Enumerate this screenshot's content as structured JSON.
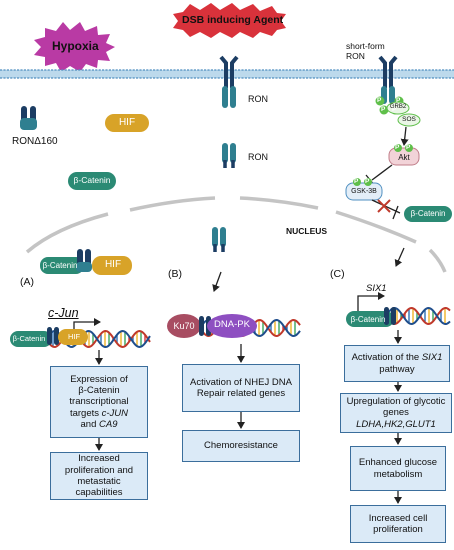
{
  "stimuli": {
    "hypoxia": "Hypoxia",
    "dsb_agent": "DSB inducing Agent"
  },
  "colors": {
    "hypoxia_star": "#b93aa4",
    "dsb_burst": "#d9323b",
    "receptor": "#2f7f90",
    "receptor_dark": "#1c3d63",
    "hif": "#d8a328",
    "beta_catenin": "#2b8a74",
    "ku70": "#a84d62",
    "dnapk": "#8e4fc1",
    "phospho": "#5fbf4a",
    "box_fill": "#dbeaf7",
    "box_border": "#3b6e9c"
  },
  "cytoplasm": {
    "ron_delta": "RONΔ160",
    "hif": "HIF",
    "beta_catenin": "β-Catenin",
    "ron_membrane": "RON",
    "ron_cyto": "RON",
    "short_form_ron": "short-form\nRON",
    "grb2": "GRB2",
    "sos": "SOS",
    "akt": "Akt",
    "gsk3b": "GSK-3B",
    "beta_catenin_right": "β-Catenin",
    "phospho": "P"
  },
  "nucleus": {
    "label": "NUCLEUS"
  },
  "panel_a": {
    "label": "(A)",
    "complex_beta": "β-Catenin",
    "complex_hif": "HIF",
    "gene": "c-Jun",
    "dna_beta": "β-Catenin",
    "dna_hif": "HIF",
    "box1_parts": [
      "Expression of",
      "β-Catenin",
      "transcriptional",
      "targets "
    ],
    "box1_gene1": "c-JUN",
    "box1_and": "and",
    "box1_gene2": "CA9",
    "box2": "Increased proliferation and metastatic capabilities"
  },
  "panel_b": {
    "label": "(B)",
    "ku70": "Ku70",
    "dnapk": "DNA-PK",
    "box1": "Activation of NHEJ DNA Repair related genes",
    "box2": "Chemoresistance"
  },
  "panel_c": {
    "label": "(C)",
    "gene": "SIX1",
    "dna_beta": "β-Catenin",
    "box1_prefix": "Activation of the ",
    "box1_gene": "SIX1",
    "box1_suffix": " pathway",
    "box2_prefix": "Upregulation of glycotic genes",
    "box2_genes": "LDHA,HK2,GLUT1",
    "box3": "Enhanced glucose metabolism",
    "box4": "Increased cell proliferation"
  }
}
